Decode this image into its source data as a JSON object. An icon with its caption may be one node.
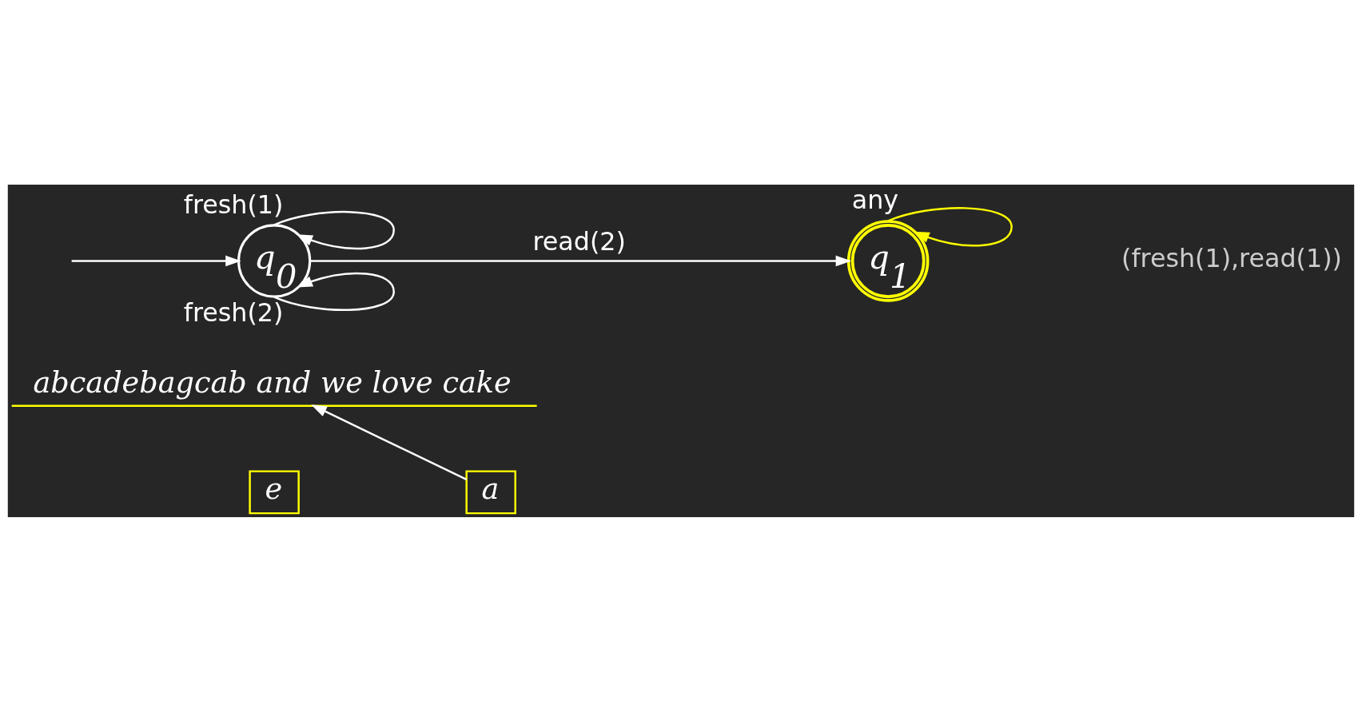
{
  "diagram": {
    "nodes": [
      {
        "text": [
          "q$_{0}$"
        ]
      },
      {
        "text": [
          "q$_{1}$"
        ]
      },
      {
        "text": [
          "abcadebagcab and we love cake"
        ]
      },
      {
        "text": [
          "e"
        ]
      },
      {
        "text": [
          "a"
        ]
      }
    ],
    "edges": [
      {
        "from": null,
        "to": 0,
        "arrow": "to"
      },
      {
        "from": 0,
        "to": 0,
        "arrow": "to",
        "label": "fresh(1)"
      },
      {
        "from": 0,
        "to": 0,
        "arrow": "to",
        "label": "fresh(2)"
      },
      {
        "from": 0,
        "to": 1,
        "arrow": "to",
        "label": "read(2)"
      },
      {
        "from": 1,
        "to": 1,
        "arrow": "to",
        "label": "any",
        "color": "#ffff00"
      },
      {
        "from": 4,
        "to": 2,
        "arrow": "to"
      }
    ],
    "labels": [
      "(fresh(1),read(1))"
    ]
  }
}
